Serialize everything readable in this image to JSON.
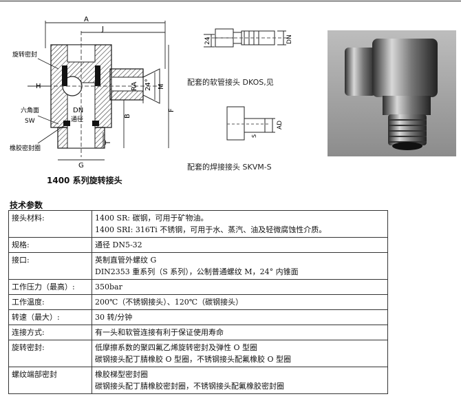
{
  "drawing": {
    "dims": {
      "A": "A",
      "J": "J",
      "H": "H",
      "RA": "RA",
      "angle": "24°",
      "M": "M",
      "B": "B",
      "F": "F",
      "T": "T",
      "G": "G",
      "DN": "DN",
      "DN_right": "DN",
      "dim_24": "24",
      "AD": "AD",
      "S": "S"
    },
    "labels": {
      "swivel_seal": "旋转密封",
      "hex": "六角面",
      "sw": "SW",
      "bore": "通径",
      "rubber_seal": "橡胶密封圈"
    }
  },
  "captions": {
    "hose": "配套的软管接头 DKOS,见",
    "weld": "配套的焊接接头 SKVM-S"
  },
  "title": "1400 系列旋转接头",
  "section_title": "技术参数",
  "specs": [
    {
      "key": "接头材料:",
      "lines": [
        "1400 SR:  碳钢，可用于矿物油。",
        "1400 SRI:  316Ti 不锈钢，可用于水、蒸汽、油及轻微腐蚀性介质。"
      ]
    },
    {
      "key": "规格:",
      "lines": [
        "通径 DN5-32"
      ]
    },
    {
      "key": "接口:",
      "lines": [
        "英制直管外螺纹 G",
        "DIN2353 重系列（S 系列），公制普通螺纹 M，24° 内锥面"
      ]
    },
    {
      "key": "工作压力（最高）:",
      "lines": [
        "350bar"
      ]
    },
    {
      "key": "工作温度:",
      "lines": [
        "200℃（不锈钢接头）、120℃（碳钢接头）"
      ]
    },
    {
      "key": "转速（最大）:",
      "lines": [
        "30 转/分钟"
      ]
    },
    {
      "key": "连接方式:",
      "lines": [
        "有一头和软管连接有利于保证使用寿命"
      ]
    },
    {
      "key": "旋转密封:",
      "lines": [
        "低摩擦系数的聚四氟乙烯旋转密封及弹性 O 型圈",
        "碳钢接头配丁腈橡胶 O 型圈，不锈钢接头配氟橡胶 O 型圈"
      ]
    },
    {
      "key": "螺纹端部密封",
      "lines": [
        "橡胶梯型密封圈",
        "碳钢接头配丁腈橡胶密封圈，不锈钢接头配氟橡胶密封圈"
      ]
    }
  ]
}
